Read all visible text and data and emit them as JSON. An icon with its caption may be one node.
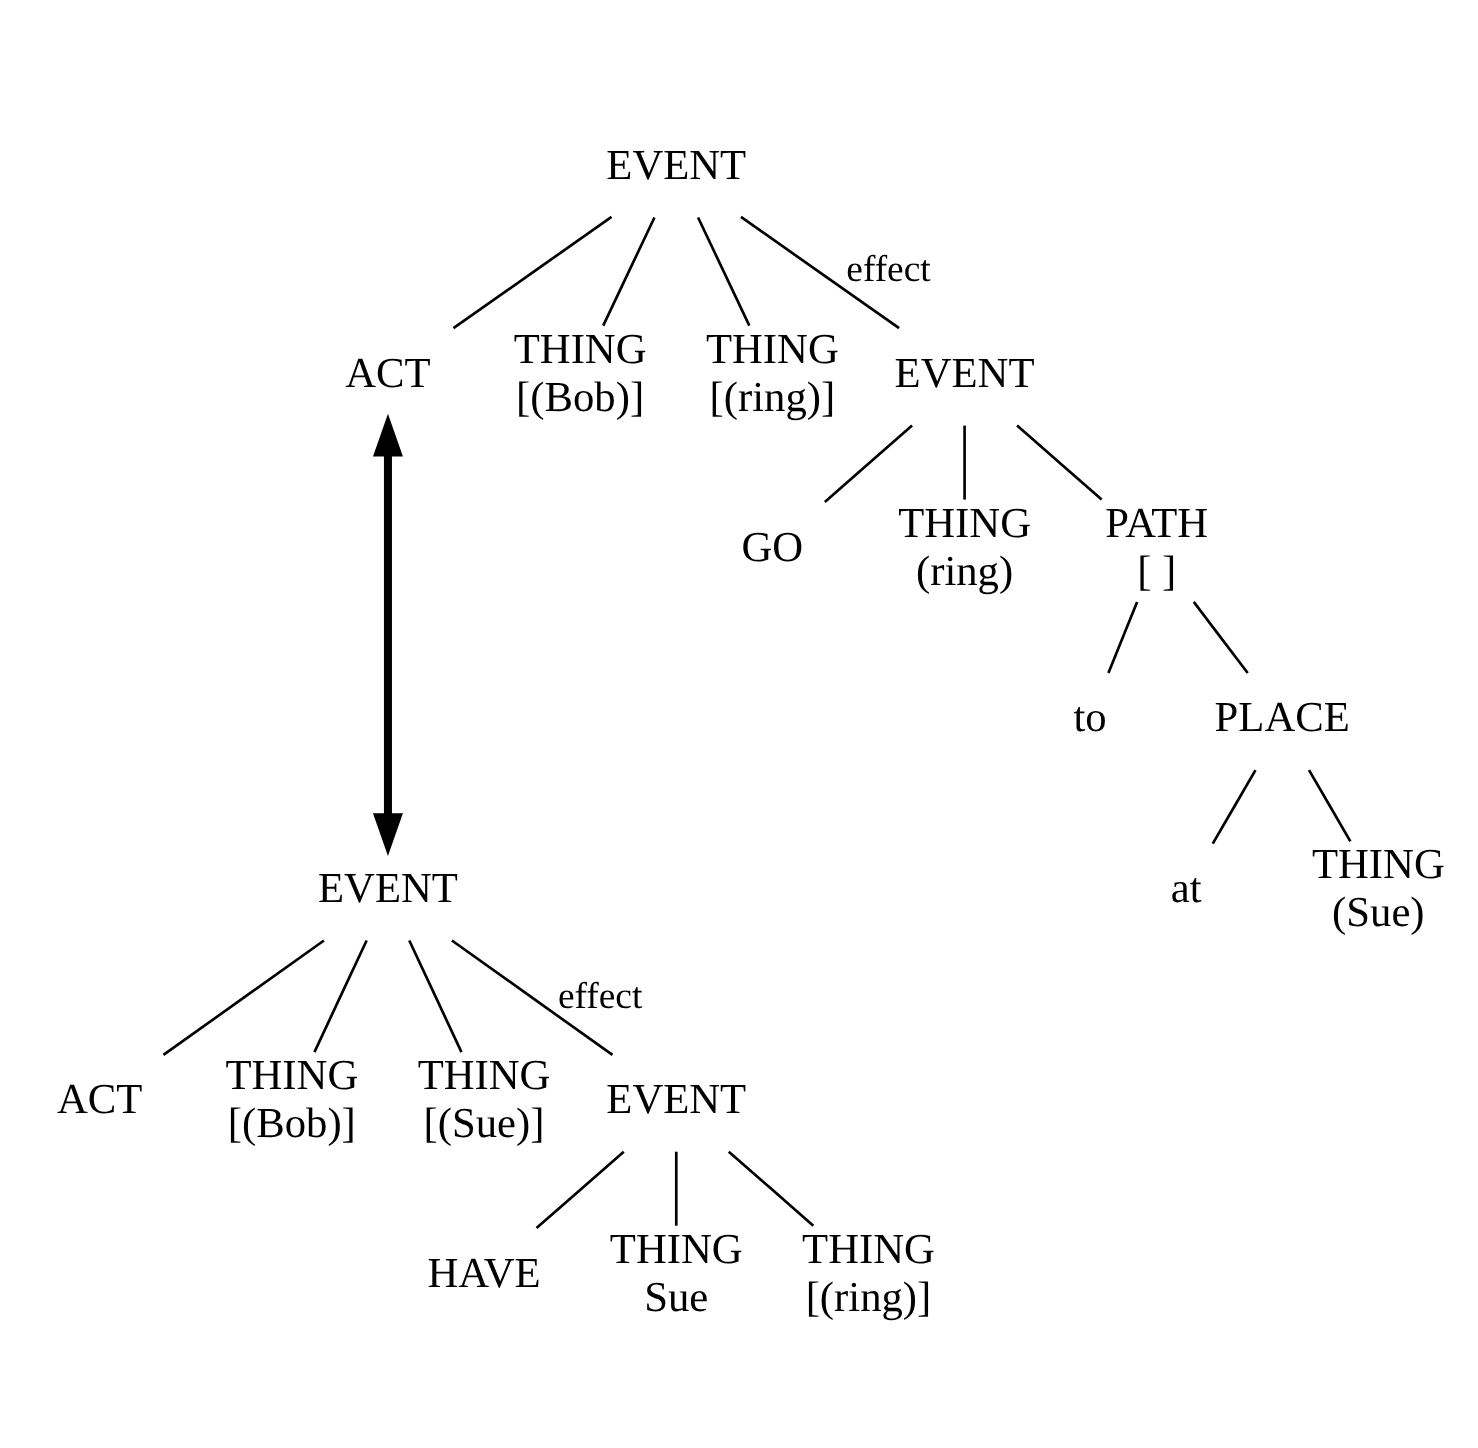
{
  "diagram": {
    "nodes": [
      {
        "text": [
          "EVENT"
        ]
      },
      {
        "text": [
          "ACT"
        ]
      },
      {
        "text": [
          "THING",
          "[(Bob)]"
        ]
      },
      {
        "text": [
          "THING",
          "[(ring)]"
        ]
      },
      {
        "text": [
          "EVENT"
        ]
      },
      {
        "text": [
          "GO"
        ]
      },
      {
        "text": [
          "THING",
          "(ring)"
        ]
      },
      {
        "text": [
          "PATH",
          "[ ]"
        ]
      },
      {
        "text": [
          "to"
        ]
      },
      {
        "text": [
          "PLACE"
        ]
      },
      {
        "text": [
          "at"
        ]
      },
      {
        "text": [
          "THING",
          "(Sue)"
        ]
      },
      {
        "text": [
          "EVENT"
        ]
      },
      {
        "text": [
          "ACT"
        ]
      },
      {
        "text": [
          "THING",
          "[(Bob)]"
        ]
      },
      {
        "text": [
          "THING",
          "[(Sue)]"
        ]
      },
      {
        "text": [
          "EVENT"
        ]
      },
      {
        "text": [
          "HAVE"
        ]
      },
      {
        "text": [
          "THING",
          "Sue"
        ]
      },
      {
        "text": [
          "THING",
          "[(ring)]"
        ]
      }
    ],
    "edges": [
      {
        "from": 0,
        "to": 1,
        "arrow": "none"
      },
      {
        "from": 0,
        "to": 2,
        "arrow": "none"
      },
      {
        "from": 0,
        "to": 3,
        "arrow": "none"
      },
      {
        "from": 0,
        "to": 4,
        "arrow": "none",
        "label": "effect"
      },
      {
        "from": 4,
        "to": 5,
        "arrow": "none"
      },
      {
        "from": 4,
        "to": 6,
        "arrow": "none"
      },
      {
        "from": 4,
        "to": 7,
        "arrow": "none"
      },
      {
        "from": 7,
        "to": 8,
        "arrow": "none"
      },
      {
        "from": 7,
        "to": 9,
        "arrow": "none"
      },
      {
        "from": 9,
        "to": 10,
        "arrow": "none"
      },
      {
        "from": 9,
        "to": 11,
        "arrow": "none"
      },
      {
        "from": 1,
        "to": 12,
        "arrow": "both",
        "style": "thick"
      },
      {
        "from": 12,
        "to": 13,
        "arrow": "none"
      },
      {
        "from": 12,
        "to": 14,
        "arrow": "none"
      },
      {
        "from": 12,
        "to": 15,
        "arrow": "none"
      },
      {
        "from": 12,
        "to": 16,
        "arrow": "none",
        "label": "effect"
      },
      {
        "from": 16,
        "to": 17,
        "arrow": "none"
      },
      {
        "from": 16,
        "to": 18,
        "arrow": "none"
      },
      {
        "from": 16,
        "to": 19,
        "arrow": "none"
      }
    ]
  }
}
